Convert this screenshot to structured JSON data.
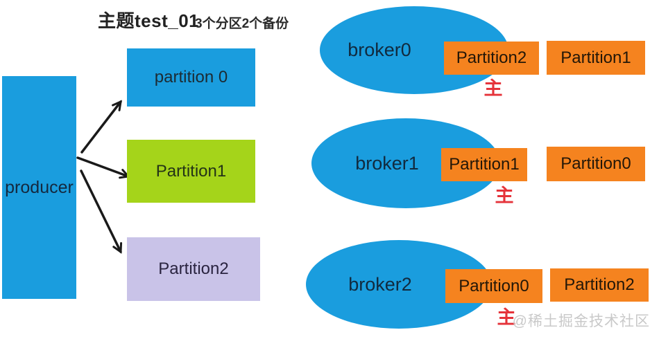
{
  "header": {
    "title": "主题test_01",
    "subtitle": "3个分区2个备份"
  },
  "producer": {
    "label": "producer"
  },
  "partitions": [
    {
      "label": "partition 0",
      "color": "#1a9dde"
    },
    {
      "label": "Partition1",
      "color": "#a5d41a"
    },
    {
      "label": "Partition2",
      "color": "#c9c3e8"
    }
  ],
  "brokers": [
    {
      "label": "broker0",
      "primary_partition": "Partition2",
      "primary_marker": "主",
      "replica_partition": "Partition1"
    },
    {
      "label": "broker1",
      "primary_partition": "Partition1",
      "primary_marker": "主",
      "replica_partition": "Partition0"
    },
    {
      "label": "broker2",
      "primary_partition": "Partition0",
      "primary_marker": "主",
      "replica_partition": "Partition2"
    }
  ],
  "watermark": {
    "text": "@稀土掘金技术社区"
  },
  "colors": {
    "broker_blue": "#1a9dde",
    "partition_green": "#a5d41a",
    "partition_lavender": "#c9c3e8",
    "replica_orange": "#f5831f",
    "leader_red": "#e5333a",
    "watermark_gray": "#c9c9c9"
  }
}
